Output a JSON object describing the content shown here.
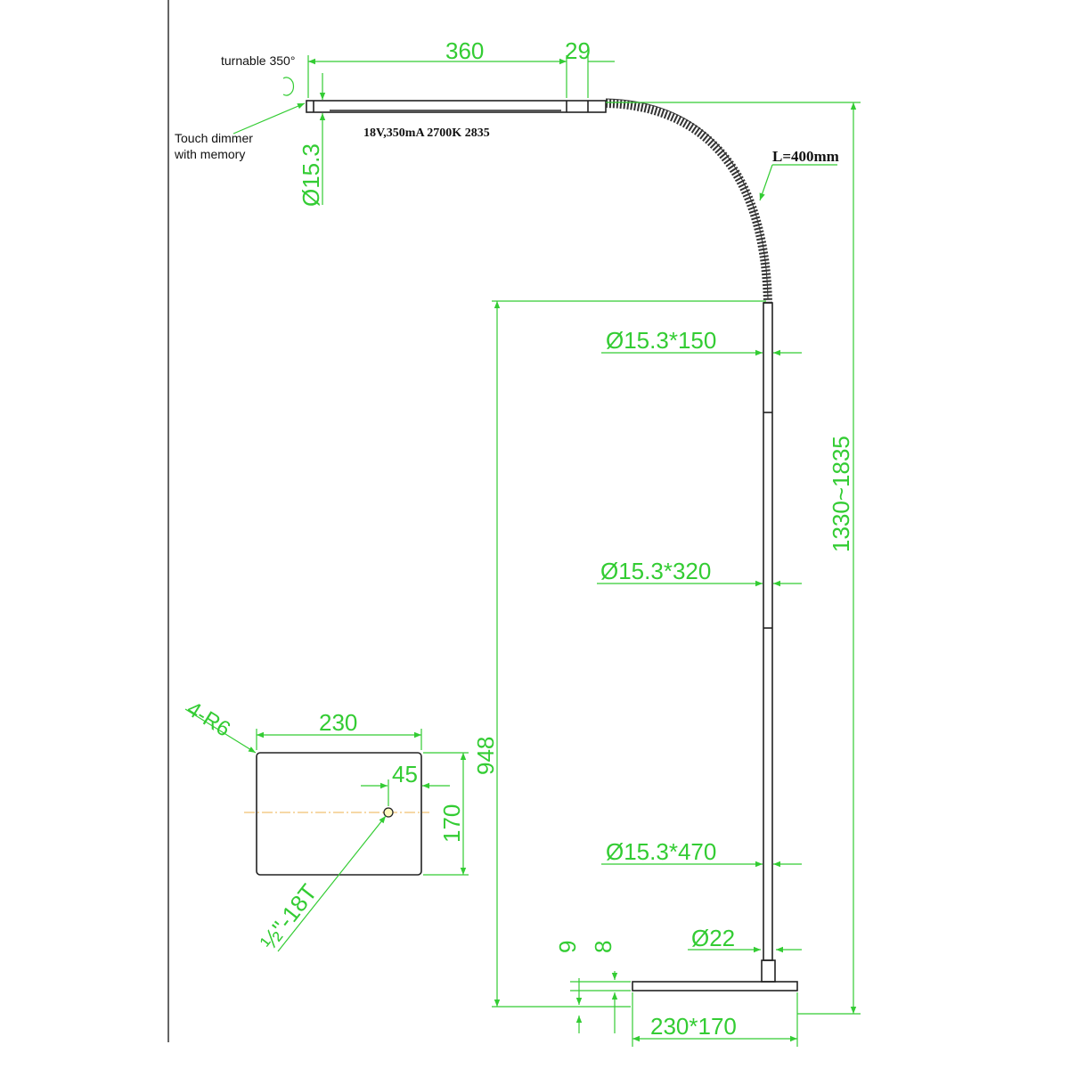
{
  "colors": {
    "dimension": "#33cc33",
    "outline": "#222222",
    "centerline": "#f0c070"
  },
  "head": {
    "rotation_note": "turnable 350°",
    "dimmer_note_line1": "Touch dimmer",
    "dimmer_note_line2": "with memory",
    "spec": "18V,350mA 2700K 2835",
    "length": "360",
    "offset": "29",
    "diameter": "Ø15.3"
  },
  "gooseneck": {
    "length": "L=400mm"
  },
  "pole": {
    "segment1": "Ø15.3*150",
    "segment2": "Ø15.3*320",
    "segment3": "Ø15.3*470",
    "collar": "Ø22",
    "height_range": "1330~1835",
    "height_to_neck": "948",
    "dim_9": "9",
    "dim_8": "8",
    "base_size": "230*170"
  },
  "base_top": {
    "corner_radius": "4-R6",
    "width": "230",
    "height": "170",
    "hole_offset": "45",
    "thread": "½\"-18T"
  }
}
